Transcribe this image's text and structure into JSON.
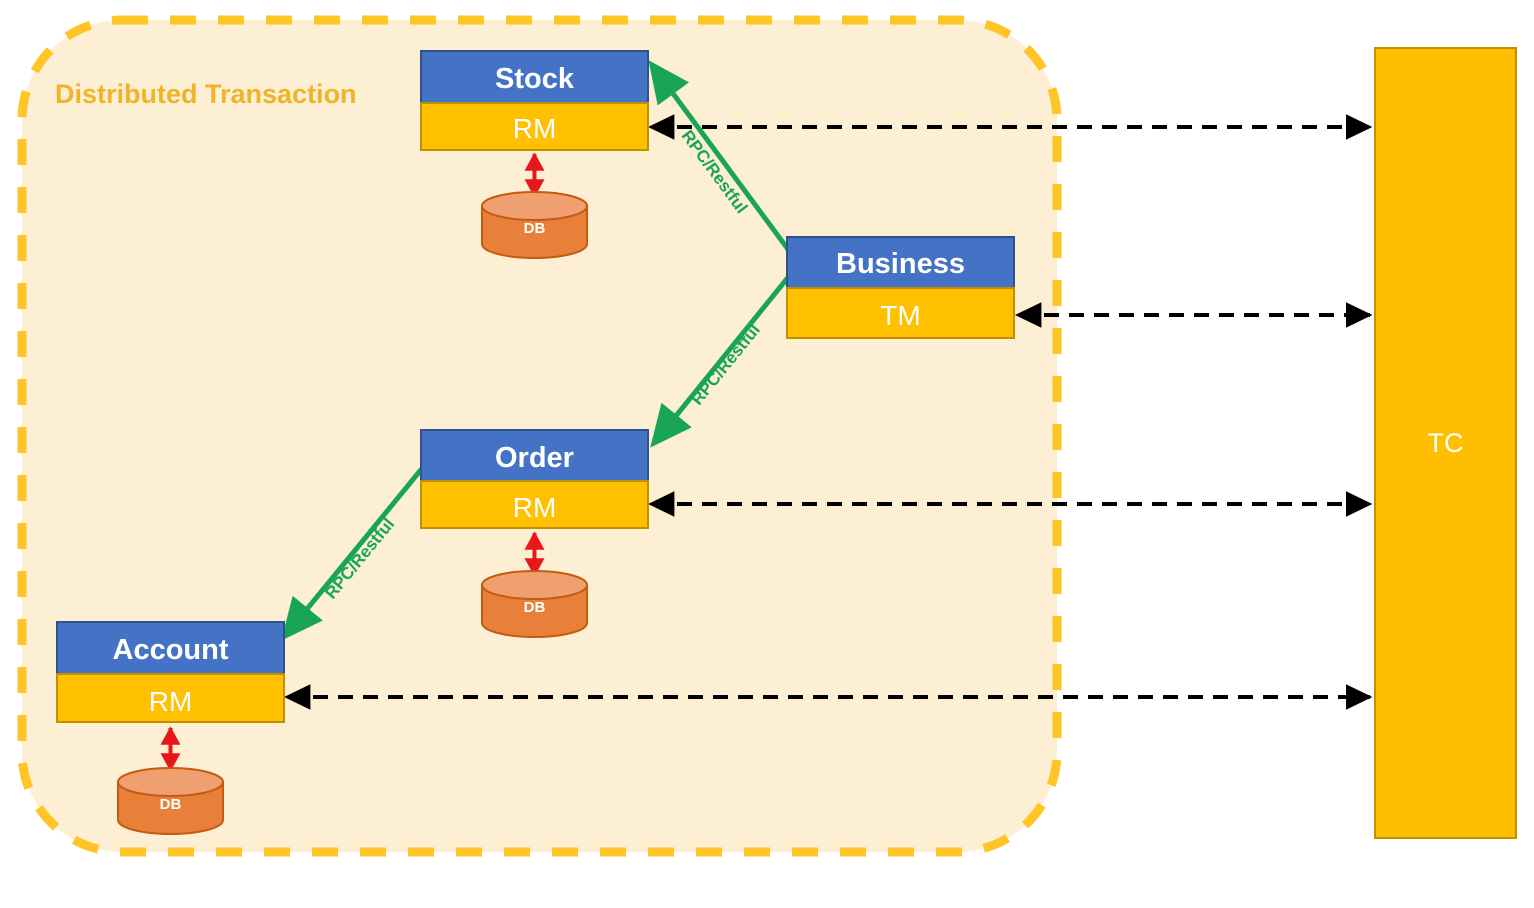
{
  "diagram": {
    "title": "Distributed Transaction",
    "colors": {
      "service_header": "#4472C4",
      "service_role": "#FFC000",
      "container_fill": "#FCEFD4",
      "container_border": "#FFC425",
      "db_body": "#E8803A",
      "db_top": "#F0A070",
      "rpc_arrow": "#18A558",
      "db_arrow": "#E8171A",
      "tc_fill": "#FFBF00",
      "tc_border": "#BF9000",
      "tm_arrow": "#000000"
    },
    "container": {
      "label": "Distributed Transaction"
    },
    "services": [
      {
        "id": "stock",
        "name": "Stock",
        "role": "RM",
        "db": "DB"
      },
      {
        "id": "business",
        "name": "Business",
        "role": "TM",
        "db": null
      },
      {
        "id": "order",
        "name": "Order",
        "role": "RM",
        "db": "DB"
      },
      {
        "id": "account",
        "name": "Account",
        "role": "RM",
        "db": "DB"
      }
    ],
    "coordinator": {
      "label": "TC"
    },
    "rpc_edges": [
      {
        "from": "business",
        "to": "stock",
        "label": "RPC/Restful"
      },
      {
        "from": "business",
        "to": "order",
        "label": "RPC/Restful"
      },
      {
        "from": "order",
        "to": "account",
        "label": "RPC/Restful"
      }
    ],
    "tc_edges": [
      {
        "service": "stock",
        "label": ""
      },
      {
        "service": "business",
        "label": ""
      },
      {
        "service": "order",
        "label": ""
      },
      {
        "service": "account",
        "label": ""
      }
    ]
  }
}
